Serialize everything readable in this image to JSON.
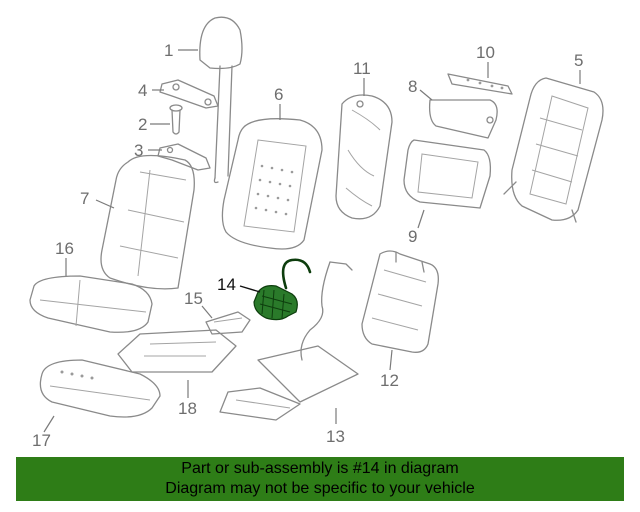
{
  "diagram": {
    "callouts": {
      "c1": "1",
      "c2": "2",
      "c3": "3",
      "c4": "4",
      "c5": "5",
      "c6": "6",
      "c7": "7",
      "c8": "8",
      "c9": "9",
      "c10": "10",
      "c11": "11",
      "c12": "12",
      "c13": "13",
      "c14": "14",
      "c15": "15",
      "c16": "16",
      "c17": "17",
      "c18": "18"
    },
    "highlight_color": "#2e7d17"
  },
  "banner": {
    "line1": "Part or sub-assembly is #14 in diagram",
    "line2": "Diagram may not be specific to your vehicle"
  }
}
